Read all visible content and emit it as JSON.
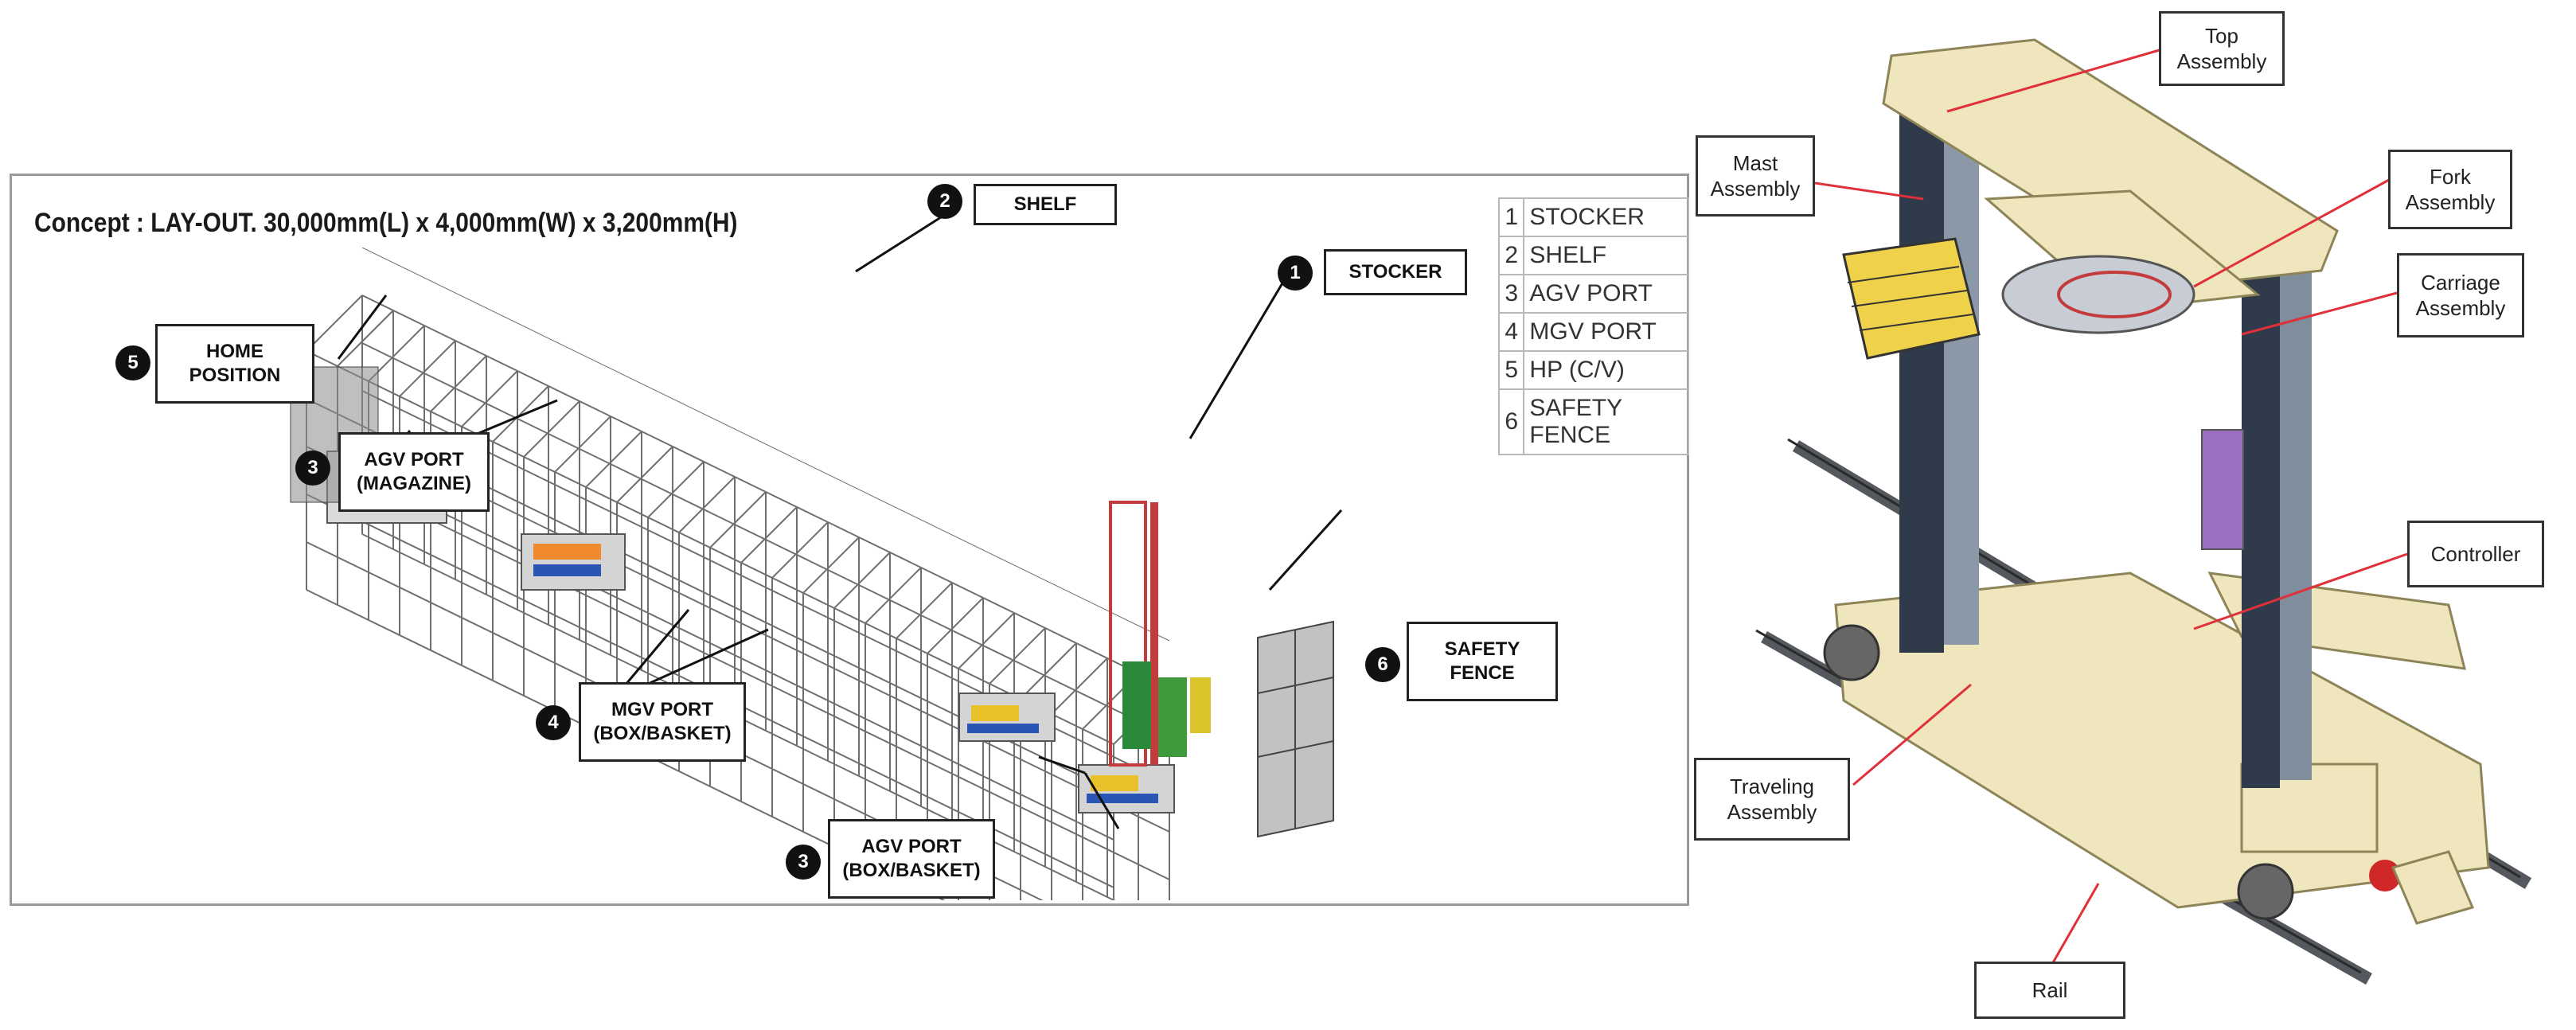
{
  "layout": {
    "title": "Concept : LAY-OUT.  30,000mm(L) x 4,000mm(W) x 3,200mm(H)",
    "legend": [
      {
        "num": "1",
        "label": "STOCKER"
      },
      {
        "num": "2",
        "label": "SHELF"
      },
      {
        "num": "3",
        "label": "AGV PORT"
      },
      {
        "num": "4",
        "label": "MGV PORT"
      },
      {
        "num": "5",
        "label": "HP (C/V)"
      },
      {
        "num": "6",
        "label": "SAFETY FENCE"
      }
    ],
    "callouts": {
      "shelf": {
        "num": "2",
        "text": "SHELF"
      },
      "stocker": {
        "num": "1",
        "text": "STOCKER"
      },
      "home_position": {
        "num": "5",
        "line1": "HOME",
        "line2": "POSITION"
      },
      "agv_magazine": {
        "num": "3",
        "line1": "AGV PORT",
        "line2": "(MAGAZINE)"
      },
      "mgv_port": {
        "num": "4",
        "line1": "MGV PORT",
        "line2": "(BOX/BASKET)"
      },
      "safety_fence": {
        "num": "6",
        "line1": "SAFETY",
        "line2": "FENCE"
      },
      "agv_box": {
        "num": "3",
        "line1": "AGV PORT",
        "line2": "(BOX/BASKET)"
      }
    }
  },
  "machine": {
    "labels": {
      "top_assembly": {
        "line1": "Top",
        "line2": "Assembly"
      },
      "mast_assembly": {
        "line1": "Mast",
        "line2": "Assembly"
      },
      "fork_assembly": {
        "line1": "Fork",
        "line2": "Assembly"
      },
      "carriage_assembly": {
        "line1": "Carriage",
        "line2": "Assembly"
      },
      "controller": {
        "line1": "Controller"
      },
      "traveling_assembly": {
        "line1": "Traveling",
        "line2": "Assembly"
      },
      "rail": {
        "line1": "Rail"
      }
    }
  },
  "colors": {
    "frame": "#7a7a7a",
    "leader": "#e0303a",
    "machine_body": "#efe6bd",
    "mast": "#2f3a4a",
    "rail": "#55585e"
  }
}
